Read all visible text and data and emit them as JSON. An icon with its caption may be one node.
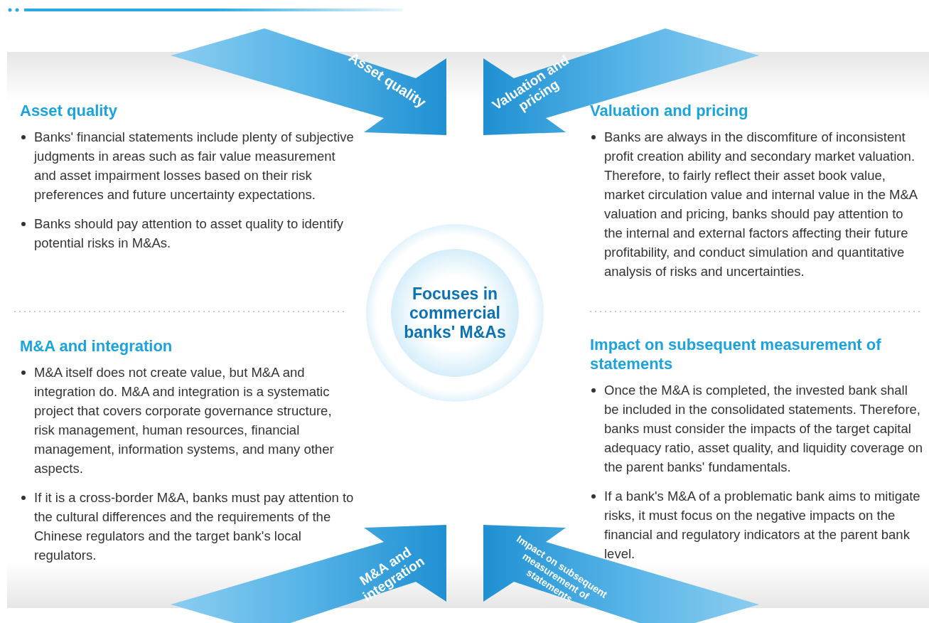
{
  "diagram": {
    "nodes": [
      {
        "text": [
          "Asset quality"
        ]
      },
      {
        "text": [
          "Valuation and pricing"
        ]
      },
      {
        "text": [
          "Asset quality",
          "Banks' financial statements include plenty of subjective judgments in areas such as fair value measurement and asset impairment losses based on their risk preferences and future uncertainty expectations.",
          "Banks should pay attention to asset quality to identify potential risks in M&As."
        ]
      },
      {
        "text": [
          "Valuation and pricing",
          "Banks are always in the discomfiture of inconsistent profit creation ability and secondary market valuation. Therefore, to fairly reflect their asset book value, market circulation value and internal value in the M&A valuation and pricing, banks should pay attention to the internal and external factors affecting their future profitability, and conduct simulation and quantitative analysis of risks and uncertainties."
        ]
      },
      {
        "text": [
          "Focuses in commercial banks' M&As"
        ]
      },
      {
        "text": [
          "M&A and integration",
          "M&A itself does not create value, but M&A and integration do. M&A and integration is a systematic project that covers corporate governance structure, risk management, human resources, financial management, information systems, and many other aspects.",
          "If it is a cross-border M&A, banks must pay attention to the cultural differences and the requirements of the Chinese regulators and the target bank's local regulators."
        ]
      },
      {
        "text": [
          "Impact on subsequent measurement of statements",
          "Once the M&A is completed, the invested bank shall be included in the consolidated statements. Therefore, banks must consider the impacts of the target capital adequacy ratio, asset quality, and liquidity coverage on the parent banks' fundamentals.",
          "If a bank's M&A of a problematic bank aims to mitigate risks, it must focus on the negative impacts on the financial and regulatory indicators at the parent bank level."
        ]
      },
      {
        "text": [
          "M&A and integration"
        ]
      },
      {
        "text": [
          "Impact on subsequent measurement of statements"
        ]
      }
    ]
  }
}
